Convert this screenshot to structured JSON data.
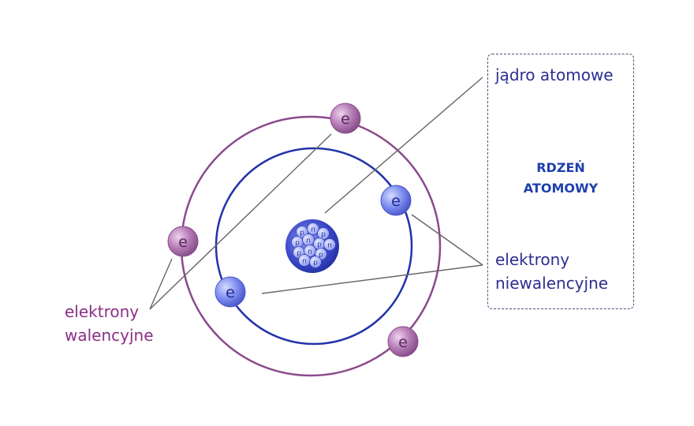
{
  "labels": {
    "nucleus": "jądro atomowe",
    "core_line1": "RDZEŃ",
    "core_line2": "ATOMOWY",
    "nonvalence_line1": "elektrony",
    "nonvalence_line2": "niewalencyjne",
    "valence_line1": "elektrony",
    "valence_line2": "walencyjne"
  },
  "electron_symbol": "e",
  "nucleon_symbols": [
    "p",
    "n",
    "p",
    "p",
    "n",
    "p",
    "n",
    "p",
    "n",
    "p",
    "n",
    "p"
  ],
  "colors": {
    "inner_orbit": "#2233aa",
    "outer_orbit": "#8a4a8c",
    "inner_electron": "#6a7ae8",
    "valence_electron": "#a86aa8",
    "text_blue": "#2a2f8f",
    "text_purple": "#8a2f86",
    "core_title": "#1f3fae",
    "leader_line": "#666666"
  }
}
